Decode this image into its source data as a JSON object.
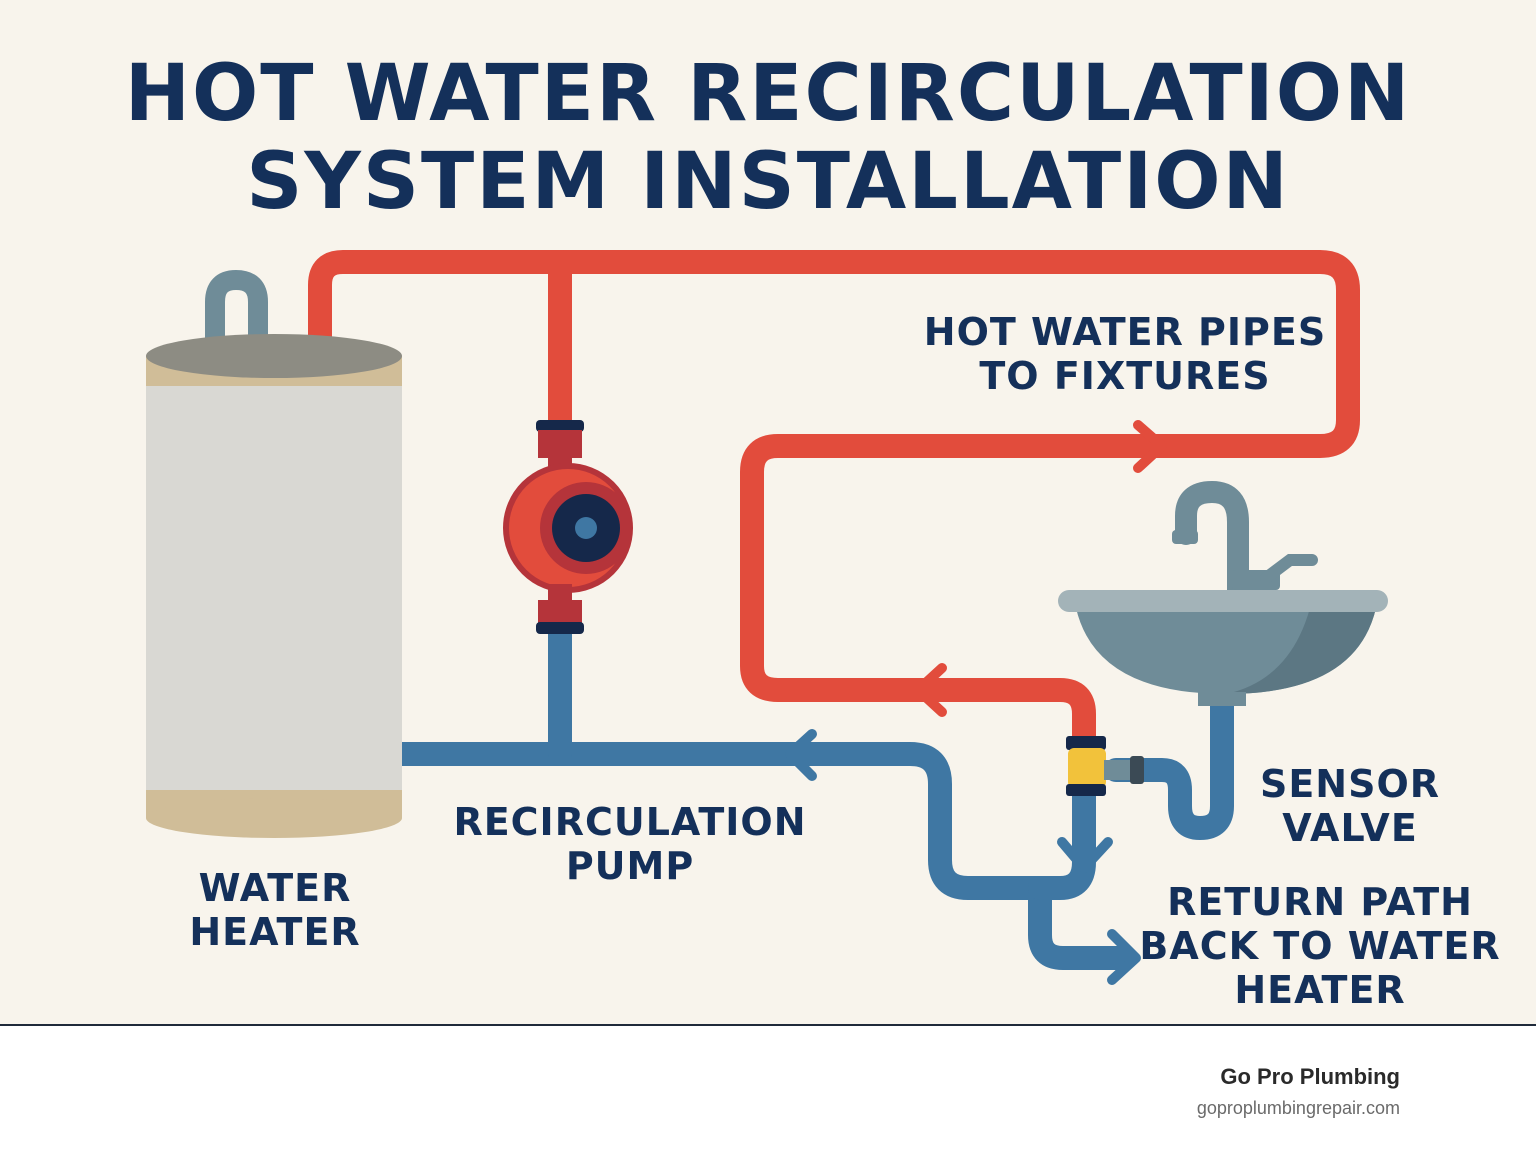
{
  "title": {
    "line1": "HOT WATER RECIRCULATION",
    "line2": "SYSTEM INSTALLATION"
  },
  "labels": {
    "hot_pipes": [
      "HOT WATER PIPES",
      "TO FIXTURES"
    ],
    "water_heater": [
      "WATER",
      "HEATER"
    ],
    "pump": [
      "RECIRCULATION",
      "PUMP"
    ],
    "sensor_valve": [
      "SENSOR",
      "VALVE"
    ],
    "return_path": [
      "RETURN PATH",
      "BACK TO WATER",
      "HEATER"
    ]
  },
  "footer": {
    "brand": "Go Pro Plumbing",
    "url": "goproplumbingrepair.com"
  },
  "colors": {
    "hot_pipe": "#e24c3c",
    "cold_pipe": "#3f77a3",
    "text": "#14305a",
    "background": "#f8f4ec",
    "valve": "#f2c23b"
  }
}
